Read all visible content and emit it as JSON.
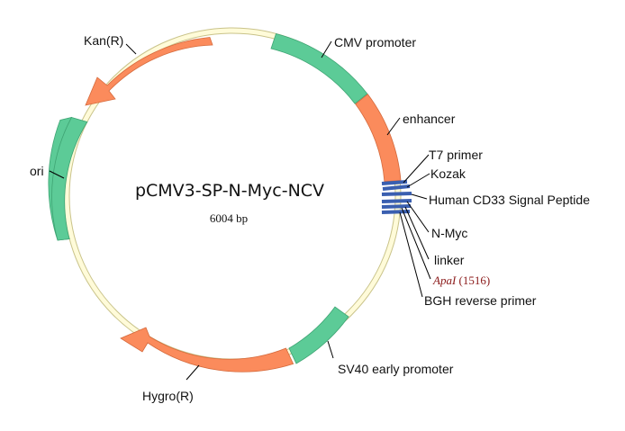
{
  "plasmid": {
    "name": "pCMV3-SP-N-Myc-NCV",
    "size_label": "6004 bp"
  },
  "features": [
    {
      "id": "cmv",
      "label": "CMV promoter",
      "color": "#5ccb97"
    },
    {
      "id": "enh",
      "label": "enhancer",
      "color": "#fb8b5c"
    },
    {
      "id": "t7",
      "label": "T7 primer",
      "color": "#3a5fb0"
    },
    {
      "id": "kozak",
      "label": "Kozak",
      "color": "#3a5fb0"
    },
    {
      "id": "sp",
      "label": "Human CD33 Signal Peptide",
      "color": "#3a5fb0"
    },
    {
      "id": "myc",
      "label": "N-Myc",
      "color": "#3a5fb0"
    },
    {
      "id": "linker",
      "label": "linker",
      "color": "#3a5fb0"
    },
    {
      "id": "bgh",
      "label": "BGH reverse primer",
      "color": "#3a5fb0"
    },
    {
      "id": "sv40",
      "label": "SV40 early promoter",
      "color": "#5ccb97"
    },
    {
      "id": "hygro",
      "label": "Hygro(R)",
      "color": "#fb8b5c"
    },
    {
      "id": "ori",
      "label": "ori",
      "color": "#5ccb97"
    },
    {
      "id": "kan",
      "label": "Kan(R)",
      "color": "#fb8b5c"
    }
  ],
  "site": {
    "name": "ApaI",
    "position": "(1516)"
  },
  "colors": {
    "backbone_fill": "#fffbd9",
    "backbone_stroke": "#cfc98a",
    "leader": "#000000"
  }
}
